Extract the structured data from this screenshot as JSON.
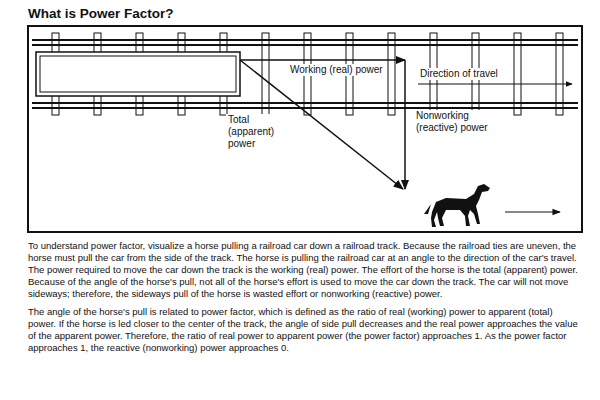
{
  "diagram": {
    "title": "What is Power Factor?",
    "labels": [
      "Working (real) power",
      "Direction of travel",
      "Total (apparent) power",
      "Nonworking (reactive) power",
      "To understand power factor, visualize a horse pulling a railroad car down a railroad track. Because the railroad ties are uneven, the horse must pull the car from the side of the track. The horse is pulling the railroad car at an angle to the direction of the car's travel. The power required to move the car down the track is the working (real) power. The effort of the horse is the total (apparent) power. Because of the angle of the horse's pull, not all of the horse's effort is used to move the car down the track. The car will not move sideways; therefore, the sideways pull of the horse is wasted effort or nonworking (reactive) power.",
      "The angle of the horse's pull is related to power factor, which is defined as the ratio of real (working) power to apparent (total) power. If the horse is led closer to the center of the track, the angle of side pull decreases and the real power approaches the value of the apparent power. Therefore, the ratio of real power to apparent power (the power factor) approaches 1. As the power factor approaches 1, the reactive (nonworking) power approaches 0."
    ]
  }
}
